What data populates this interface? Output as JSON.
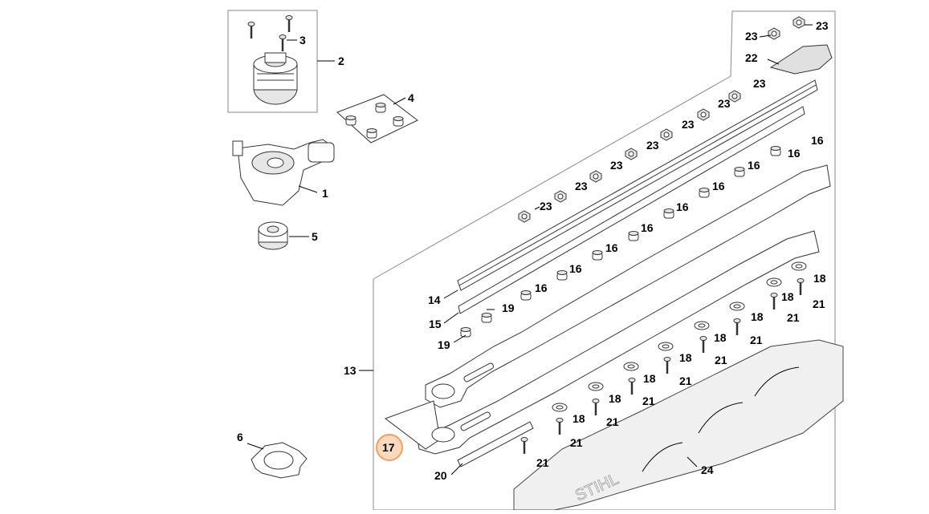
{
  "diagram": {
    "highlight_color": "#f0a060",
    "highlight_fill": "#fcd9bd",
    "brand_text": "STIHL",
    "callouts": {
      "c1": "1",
      "c2": "2",
      "c3": "3",
      "c4": "4",
      "c5": "5",
      "c6": "6",
      "c13": "13",
      "c14": "14",
      "c15": "15",
      "c16": "16",
      "c17": "17",
      "c18": "18",
      "c19": "19",
      "c20": "20",
      "c21": "21",
      "c22": "22",
      "c23": "23",
      "c24": "24"
    }
  }
}
